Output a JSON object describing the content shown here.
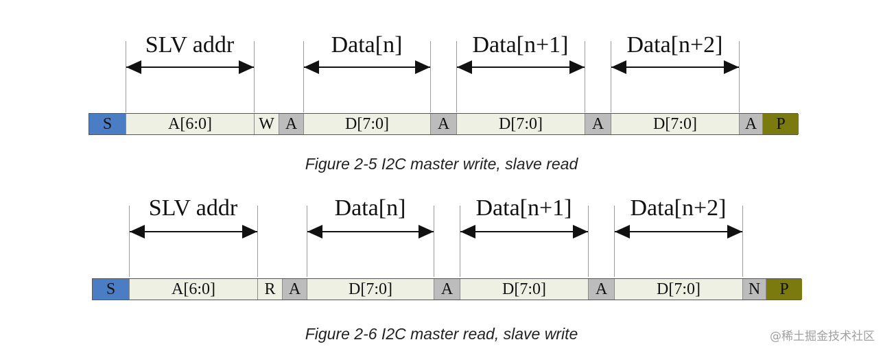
{
  "colors": {
    "start": "#4a7dc4",
    "stop": "#7a7a0e",
    "ack": "#bcbcbc",
    "address": "#eef0e4",
    "data": "#eef0e4",
    "rw": "#eef0e4",
    "nack": "#bcbcbc"
  },
  "diagrams": [
    {
      "caption": "Figure 2-5  I2C master write, slave read",
      "spans": [
        "SLV addr",
        "Data[n]",
        "Data[n+1]",
        "Data[n+2]"
      ],
      "cells": [
        {
          "label": "S",
          "kind": "start"
        },
        {
          "label": "A[6:0]",
          "kind": "address"
        },
        {
          "label": "W",
          "kind": "rw"
        },
        {
          "label": "A",
          "kind": "ack"
        },
        {
          "label": "D[7:0]",
          "kind": "data"
        },
        {
          "label": "A",
          "kind": "ack"
        },
        {
          "label": "D[7:0]",
          "kind": "data"
        },
        {
          "label": "A",
          "kind": "ack"
        },
        {
          "label": "D[7:0]",
          "kind": "data"
        },
        {
          "label": "A",
          "kind": "ack"
        },
        {
          "label": "P",
          "kind": "stop"
        }
      ]
    },
    {
      "caption": "Figure 2-6  I2C master read, slave write",
      "spans": [
        "SLV addr",
        "Data[n]",
        "Data[n+1]",
        "Data[n+2]"
      ],
      "cells": [
        {
          "label": "S",
          "kind": "start"
        },
        {
          "label": "A[6:0]",
          "kind": "address"
        },
        {
          "label": "R",
          "kind": "rw"
        },
        {
          "label": "A",
          "kind": "ack"
        },
        {
          "label": "D[7:0]",
          "kind": "data"
        },
        {
          "label": "A",
          "kind": "ack"
        },
        {
          "label": "D[7:0]",
          "kind": "data"
        },
        {
          "label": "A",
          "kind": "ack"
        },
        {
          "label": "D[7:0]",
          "kind": "data"
        },
        {
          "label": "N",
          "kind": "nack"
        },
        {
          "label": "P",
          "kind": "stop"
        }
      ]
    }
  ],
  "watermark": "@稀土掘金技术社区"
}
